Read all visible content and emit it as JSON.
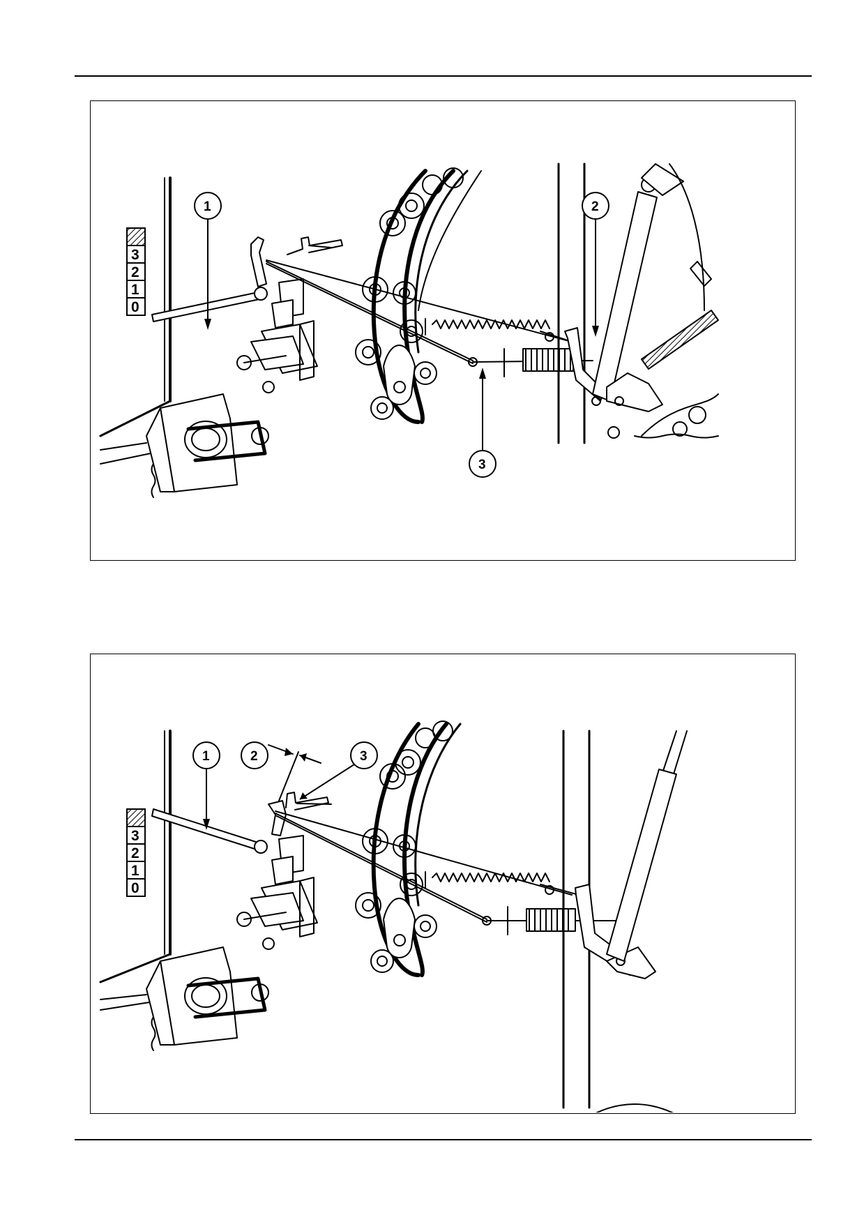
{
  "figures": [
    {
      "callouts": {
        "c1": "1",
        "c2": "2",
        "c3": "3"
      },
      "scale": {
        "s3": "3",
        "s2": "2",
        "s1": "1",
        "s0": "0"
      }
    },
    {
      "callouts": {
        "c1": "1",
        "c2": "2",
        "c3": "3"
      },
      "scale": {
        "s3": "3",
        "s2": "2",
        "s1": "1",
        "s0": "0"
      }
    }
  ]
}
